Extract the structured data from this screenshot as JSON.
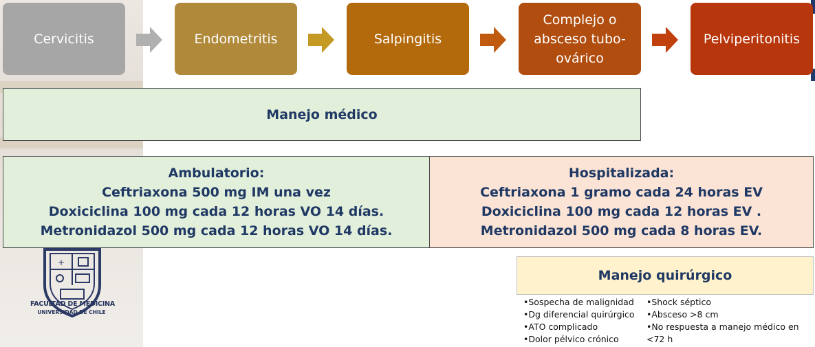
{
  "colors": {
    "cervicitis": "#a6a6a6",
    "endometritis": "#b08a3a",
    "salpingitis": "#b36a0c",
    "complex": "#b04d0f",
    "pelviperitonitis": "#b8360b",
    "arrow1": "#b0b0b0",
    "arrow2": "#c49a25",
    "arrow3": "#c05a0e",
    "arrow4": "#c0410e",
    "text_dark_blue": "#1f3864"
  },
  "flow": {
    "stages": [
      "Cervicitis",
      "Endometritis",
      "Salpingitis",
      "Complejo o absceso tubo-ovárico",
      "Pelviperitonitis"
    ]
  },
  "medical_management": {
    "title": "Manejo médico"
  },
  "outpatient": {
    "title": "Ambulatorio:",
    "lines": [
      "Ceftriaxona 500 mg IM una vez",
      "Doxiciclina 100 mg cada 12 horas VO 14 días.",
      "Metronidazol 500 mg cada 12 horas VO 14 días."
    ]
  },
  "inpatient": {
    "title": "Hospitalizada:",
    "lines": [
      "Ceftriaxona 1 gramo cada 24 horas EV",
      "Doxiciclina 100 mg cada 12 horas EV .",
      "Metronidazol 500 mg cada 8 horas EV."
    ]
  },
  "surgical_management": {
    "title": "Manejo quirúrgico",
    "criteria_left": [
      "•Sospecha de malignidad",
      "•Dg diferencial quirúrgico",
      "•ATO complicado",
      "•Dolor pélvico crónico"
    ],
    "criteria_right": [
      "•Shock séptico",
      "•Absceso >8 cm",
      "•No respuesta a manejo médico en",
      "<72 h"
    ]
  },
  "logo": {
    "line1": "FACULTAD DE MEDICINA",
    "line2": "UNIVERSIDAD DE CHILE"
  }
}
